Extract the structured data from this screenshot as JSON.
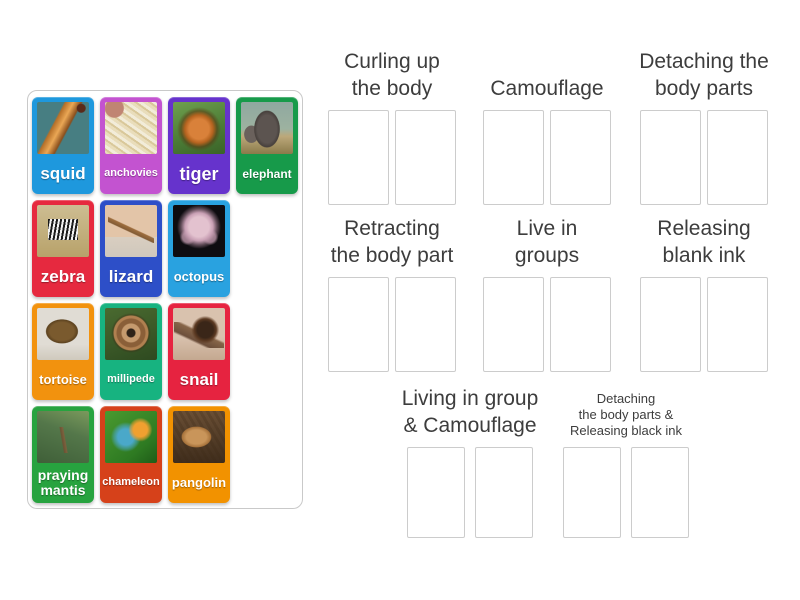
{
  "activity": {
    "type_label": "group-sort",
    "colors": {
      "page_background": "#ffffff",
      "panel_border": "#c9c9c9",
      "slot_border": "#cccccc",
      "header_text": "#3d3d3d",
      "card_label_text": "#ffffff"
    }
  },
  "cards": [
    {
      "label": "squid",
      "color": "#1e98dd",
      "image": "squid-photo"
    },
    {
      "label": "anchovies",
      "color": "#c353d0",
      "image": "anchovies-photo"
    },
    {
      "label": "tiger",
      "color": "#6633cc",
      "image": "tiger-photo"
    },
    {
      "label": "elephant",
      "color": "#179a4a",
      "image": "elephant-photo"
    },
    {
      "label": "zebra",
      "color": "#e6293f",
      "image": "zebra-photo"
    },
    {
      "label": "lizard",
      "color": "#2d4fc8",
      "image": "lizard-photo"
    },
    {
      "label": "octopus",
      "color": "#29a2e0",
      "image": "octopus-photo"
    },
    {
      "label": "tortoise",
      "color": "#f2920e",
      "image": "tortoise-photo"
    },
    {
      "label": "millipede",
      "color": "#17b380",
      "image": "millipede-photo"
    },
    {
      "label": "snail",
      "color": "#e62340",
      "image": "snail-photo"
    },
    {
      "label": "praying mantis",
      "color": "#27a33f",
      "image": "praying-mantis-photo"
    },
    {
      "label": "chameleon",
      "color": "#d6411a",
      "image": "chameleon-photo"
    },
    {
      "label": "pangolin",
      "color": "#f29200",
      "image": "pangolin-photo"
    }
  ],
  "categories": [
    {
      "title": "Curling up\nthe body",
      "slot_count": 2
    },
    {
      "title": "Camouflage",
      "slot_count": 2
    },
    {
      "title": "Detaching the\nbody parts",
      "slot_count": 2
    },
    {
      "title": "Retracting\nthe body part",
      "slot_count": 2
    },
    {
      "title": "Live in\ngroups",
      "slot_count": 2
    },
    {
      "title": "Releasing\nblank ink",
      "slot_count": 2
    },
    {
      "title": "Living in group\n& Camouflage",
      "slot_count": 2
    },
    {
      "title": "Detaching\nthe body parts &\nReleasing black ink",
      "slot_count": 2
    }
  ]
}
